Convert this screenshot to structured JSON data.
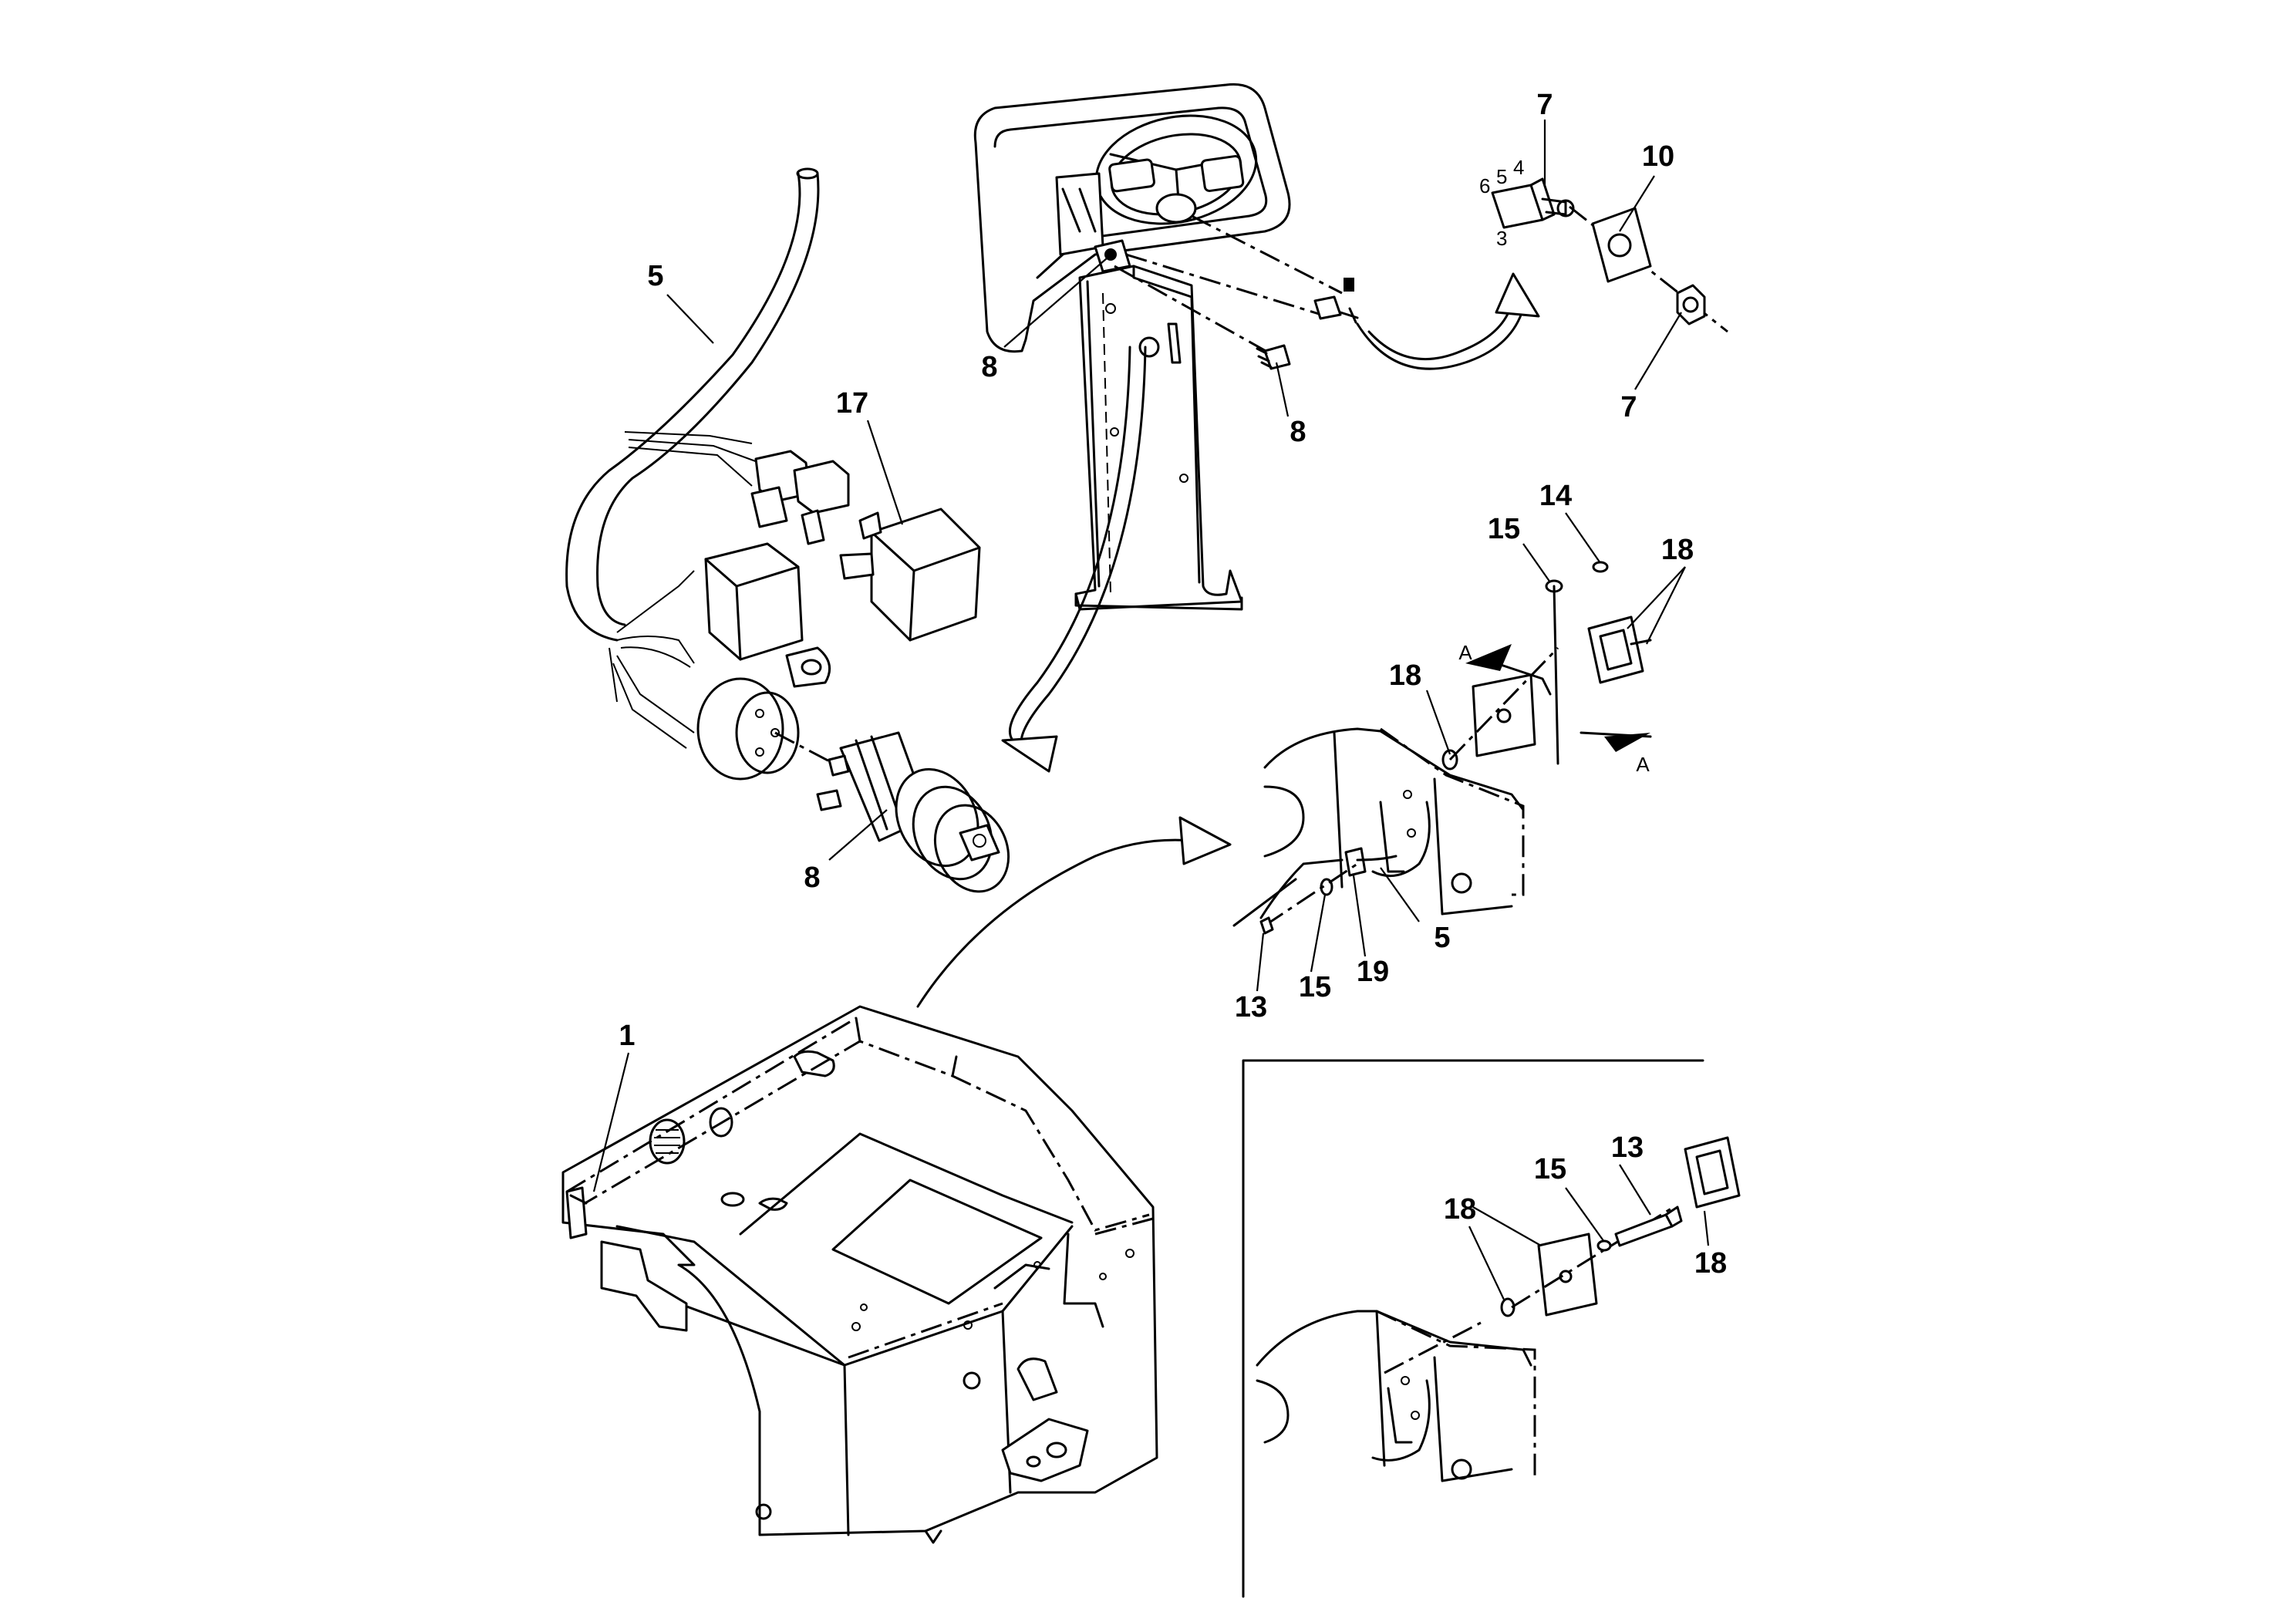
{
  "callouts": [
    {
      "id": "c7a",
      "text": "7"
    },
    {
      "id": "c10",
      "text": "10"
    },
    {
      "id": "c7b",
      "text": "7"
    },
    {
      "id": "c5a",
      "text": "5"
    },
    {
      "id": "c17",
      "text": "17"
    },
    {
      "id": "c8a",
      "text": "8"
    },
    {
      "id": "c8b",
      "text": "8"
    },
    {
      "id": "c8c",
      "text": "8"
    },
    {
      "id": "c14",
      "text": "14"
    },
    {
      "id": "c15a",
      "text": "15"
    },
    {
      "id": "c18a",
      "text": "18"
    },
    {
      "id": "c18b",
      "text": "18"
    },
    {
      "id": "cA1",
      "text": "A"
    },
    {
      "id": "cA2",
      "text": "A"
    },
    {
      "id": "c5b",
      "text": "5"
    },
    {
      "id": "c13a",
      "text": "13"
    },
    {
      "id": "c15b",
      "text": "15"
    },
    {
      "id": "c19",
      "text": "19"
    },
    {
      "id": "c1",
      "text": "1"
    },
    {
      "id": "c13b",
      "text": "13"
    },
    {
      "id": "c15c",
      "text": "15"
    },
    {
      "id": "c18c",
      "text": "18"
    },
    {
      "id": "c18d",
      "text": "18"
    }
  ],
  "pin_numbers": [
    "6",
    "5",
    "4",
    "3"
  ]
}
